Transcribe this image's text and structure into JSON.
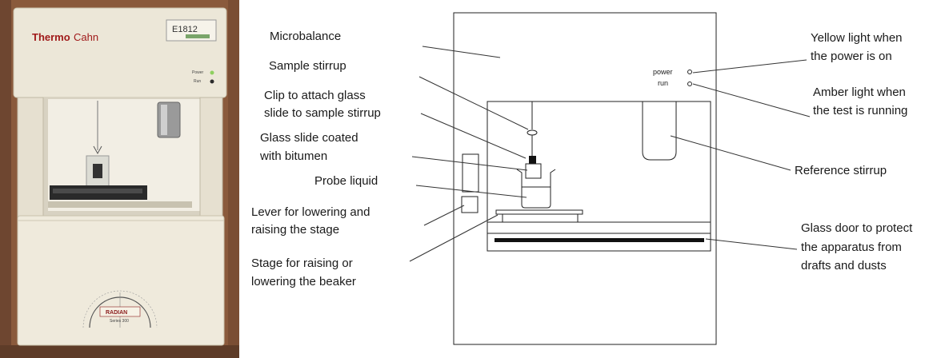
{
  "photo": {
    "brand_bold": "Thermo",
    "brand_light": "Cahn",
    "model": "E1812",
    "indicator_top": "Power",
    "indicator_bottom": "Run",
    "emblem_text": "RADIAN",
    "emblem_sub": "Series 300"
  },
  "diagram": {
    "indicator_power": "power",
    "indicator_run": "run"
  },
  "labels": {
    "microbalance": "Microbalance",
    "sample_stirrup": "Sample stirrup",
    "clip_line1": "Clip to attach glass",
    "clip_line2": "slide to sample stirrup",
    "slide_line1": "Glass slide coated",
    "slide_line2": "with bitumen",
    "probe_liquid": "Probe liquid",
    "lever_line1": "Lever for lowering and",
    "lever_line2": "raising the stage",
    "stage_line1": "Stage for raising or",
    "stage_line2": "lowering the beaker",
    "yellow_line1": "Yellow light when",
    "yellow_line2": "the power is on",
    "amber_line1": "Amber light when",
    "amber_line2": "the test is running",
    "reference_stirrup": "Reference stirrup",
    "door_line1": "Glass door to protect",
    "door_line2": "the apparatus from",
    "door_line3": "drafts and dusts"
  }
}
